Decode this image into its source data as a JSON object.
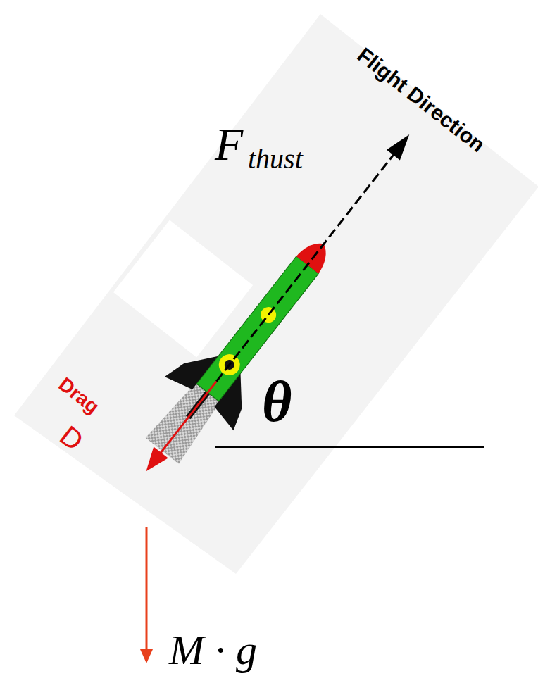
{
  "diagram": {
    "labels": [
      "Flight Direction",
      "F",
      "thust",
      "θ",
      "Drag",
      "D",
      "M · g"
    ]
  }
}
